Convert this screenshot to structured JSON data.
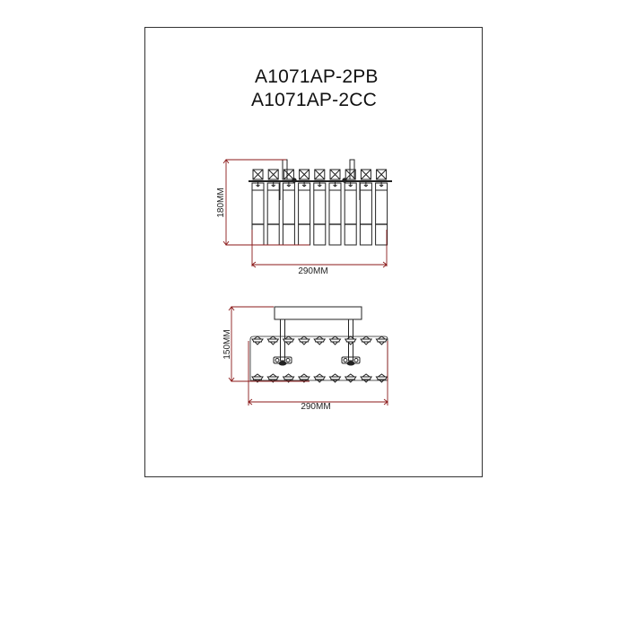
{
  "sheet": {
    "models": [
      "A1071AP-2PB",
      "A1071AP-2CC"
    ]
  },
  "front_view": {
    "name": "front-elevation",
    "height_label": "180MM",
    "width_label": "290MM",
    "crystal_columns": 9
  },
  "bottom_view": {
    "name": "bottom-plan",
    "height_label": "150MM",
    "width_label": "290MM",
    "crystals_per_row": 9,
    "mounting_arms": 2
  },
  "colors": {
    "line": "#222222",
    "dimension": "#8b1a1a",
    "frame": "#333333"
  }
}
